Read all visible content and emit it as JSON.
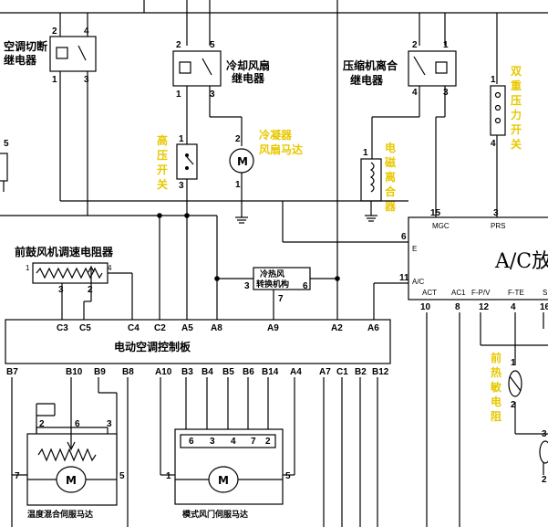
{
  "labels": {
    "relay_ac_cutoff": "空调切断",
    "relay_ac_cutoff_2": "继电器",
    "relay_fan": "冷却风扇",
    "relay_fan_2": "继电器",
    "relay_compressor": "压缩机离合",
    "relay_compressor_2": "继电器",
    "dual_pressure_switch": [
      "双",
      "重",
      "压",
      "力",
      "开",
      "关"
    ],
    "high_pressure_switch": [
      "高",
      "压",
      "开",
      "关"
    ],
    "condenser_fan_motor": [
      "冷凝器",
      "风扇马达"
    ],
    "clutch": [
      "电",
      "磁",
      "离",
      "合",
      "器"
    ],
    "blower_resistor": "前鼓风机调速电阻器",
    "recirc_mechanism": [
      "冷热风",
      "转换机构"
    ],
    "ac_control_panel": "电动空调控制板",
    "ac_amp": "A/C放",
    "thermistor": [
      "前",
      "热",
      "敏",
      "电",
      "阻"
    ],
    "blend_motor": "温度混合伺服马达",
    "mode_motor": "模式风门伺服马达",
    "motor_symbol": "M"
  },
  "pins": {
    "cutoff": [
      "2",
      "4",
      "1",
      "3"
    ],
    "fan_relay": [
      "2",
      "5",
      "1",
      "3"
    ],
    "comp_relay": [
      "2",
      "1",
      "4",
      "3"
    ],
    "hps": [
      "1",
      "3"
    ],
    "cfm": [
      "2",
      "1"
    ],
    "clutch": "1",
    "dps": [
      "1",
      "4"
    ],
    "fan_5": "5",
    "resistor": [
      "1",
      "4",
      "3",
      "2"
    ],
    "recirc": [
      "3",
      "6",
      "7"
    ],
    "panel_top": [
      "C3",
      "C5",
      "C4",
      "C2",
      "A5",
      "A8",
      "A9",
      "A2",
      "A6"
    ],
    "panel_bot": [
      "B7",
      "B10",
      "B9",
      "B8",
      "A10",
      "B3",
      "B4",
      "B5",
      "B6",
      "B14",
      "A4",
      "A7",
      "C1",
      "B2",
      "B12"
    ],
    "amp_top": [
      "15",
      "3"
    ],
    "amp_top_lbl": [
      "MGC",
      "PRS"
    ],
    "amp_side": [
      "6",
      "11"
    ],
    "amp_side_lbl": [
      "E",
      "A/C"
    ],
    "amp_bot_lbl": [
      "ACT",
      "AC1",
      "F-P/V",
      "F-TE",
      "S"
    ],
    "amp_bot": [
      "10",
      "8",
      "12",
      "4",
      "16"
    ],
    "blend": [
      "2",
      "6",
      "3",
      "7",
      "5"
    ],
    "mode": [
      "6",
      "3",
      "4",
      "7",
      "2",
      "1",
      "5"
    ],
    "thermistor": [
      "1",
      "2"
    ],
    "edge_3": "3",
    "edge_2": "2"
  }
}
